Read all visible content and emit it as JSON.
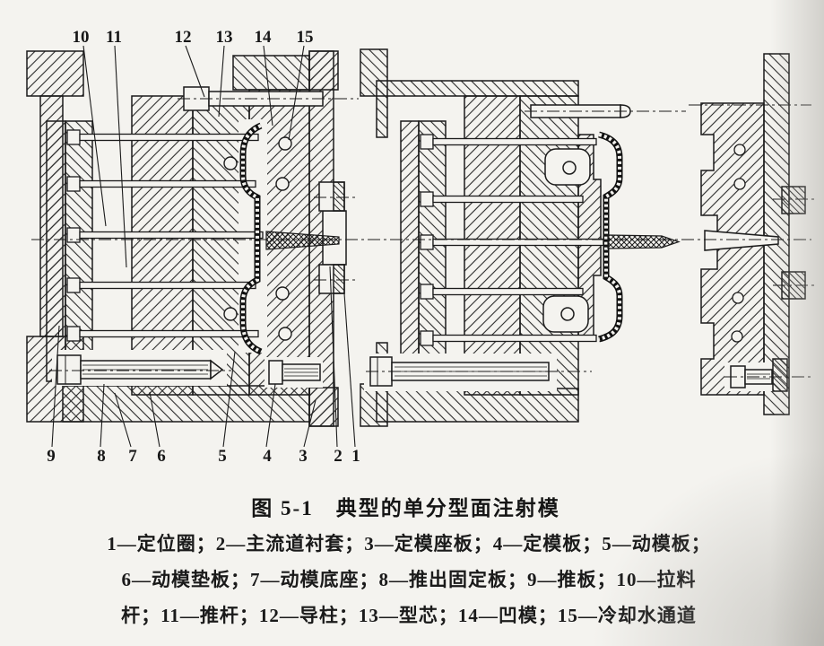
{
  "figure": {
    "title": "图 5-1　典型的单分型面注射模",
    "caption_lines": [
      "1—定位圈；2—主流道衬套；3—定模座板；4—定模板；5—动模板；",
      "6—动模垫板；7—动模底座；8—推出固定板；9—推板；10—拉料",
      "杆；11—推杆；12—导柱；13—型芯；14—凹模；15—冷却水通道"
    ],
    "parts": [
      {
        "no": "1",
        "name": "定位圈"
      },
      {
        "no": "2",
        "name": "主流道衬套"
      },
      {
        "no": "3",
        "name": "定模座板"
      },
      {
        "no": "4",
        "name": "定模板"
      },
      {
        "no": "5",
        "name": "动模板"
      },
      {
        "no": "6",
        "name": "动模垫板"
      },
      {
        "no": "7",
        "name": "动模底座"
      },
      {
        "no": "8",
        "name": "推出固定板"
      },
      {
        "no": "9",
        "name": "推板"
      },
      {
        "no": "10",
        "name": "拉料杆"
      },
      {
        "no": "11",
        "name": "推杆"
      },
      {
        "no": "12",
        "name": "导柱"
      },
      {
        "no": "13",
        "name": "型芯"
      },
      {
        "no": "14",
        "name": "凹模"
      },
      {
        "no": "15",
        "name": "冷却水通道"
      }
    ],
    "callouts": {
      "top": [
        "10",
        "11",
        "12",
        "13",
        "14",
        "15"
      ],
      "bottom": [
        "9",
        "8",
        "7",
        "6",
        "5",
        "4",
        "3",
        "2",
        "1"
      ]
    }
  },
  "colors": {
    "paper": "#f4f3ef",
    "ink": "#1b1b1b"
  }
}
